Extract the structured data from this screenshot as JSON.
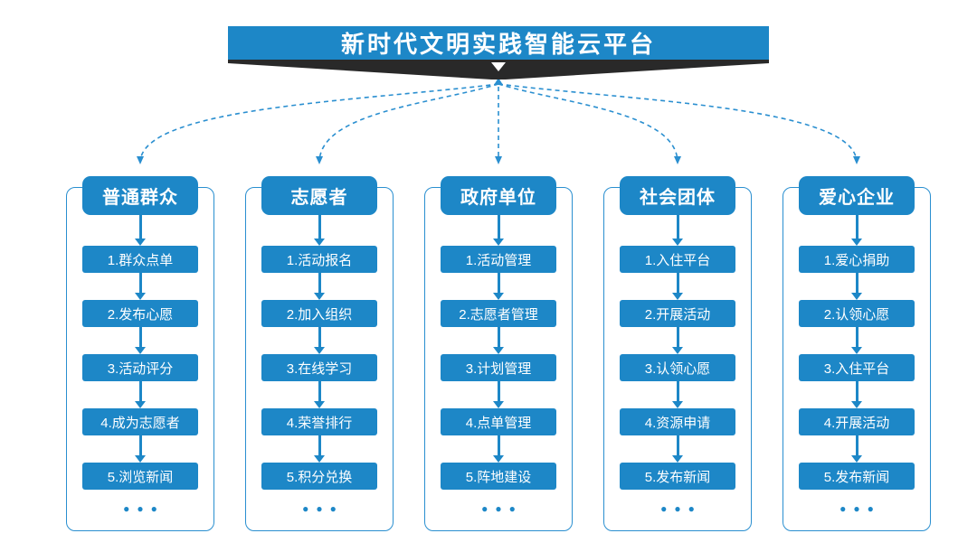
{
  "title": {
    "text": "新时代文明实践智能云平台"
  },
  "more_indicator": "●●●",
  "colors": {
    "primary_blue": "#1d87c7",
    "connector_blue": "#2a8fd0",
    "ribbon_dark": "#292929",
    "text_on_blue": "#ffffff",
    "background": "#ffffff"
  },
  "columns": [
    {
      "header": "普通群众",
      "items": [
        "1.群众点单",
        "2.发布心愿",
        "3.活动评分",
        "4.成为志愿者",
        "5.浏览新闻"
      ]
    },
    {
      "header": "志愿者",
      "items": [
        "1.活动报名",
        "2.加入组织",
        "3.在线学习",
        "4.荣誉排行",
        "5.积分兑换"
      ]
    },
    {
      "header": "政府单位",
      "items": [
        "1.活动管理",
        "2.志愿者管理",
        "3.计划管理",
        "4.点单管理",
        "5.阵地建设"
      ]
    },
    {
      "header": "社会团体",
      "items": [
        "1.入住平台",
        "2.开展活动",
        "3.认领心愿",
        "4.资源申请",
        "5.发布新闻"
      ]
    },
    {
      "header": "爱心企业",
      "items": [
        "1.爱心捐助",
        "2.认领心愿",
        "3.入住平台",
        "4.开展活动",
        "5.发布新闻"
      ]
    }
  ]
}
